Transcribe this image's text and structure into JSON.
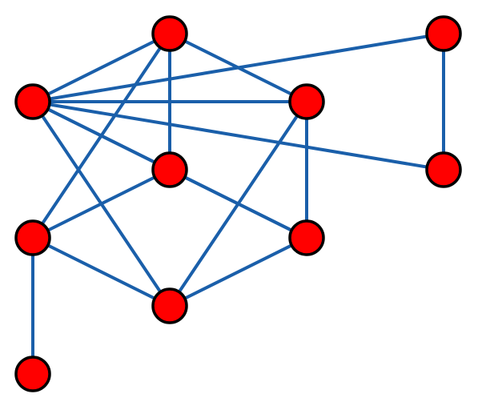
{
  "graph": {
    "node_color": "#ff0000",
    "node_outline_color": "#000000",
    "edge_color": "#1a5faa",
    "background": "#ffffff",
    "nodes": [
      {
        "id": "n1"
      },
      {
        "id": "n2"
      },
      {
        "id": "n3"
      },
      {
        "id": "n4"
      },
      {
        "id": "n5"
      },
      {
        "id": "n6"
      },
      {
        "id": "n7"
      },
      {
        "id": "n8"
      },
      {
        "id": "n9"
      },
      {
        "id": "n10"
      }
    ],
    "edges": [
      [
        "n1",
        "n2"
      ],
      [
        "n1",
        "n4"
      ],
      [
        "n1",
        "n5"
      ],
      [
        "n1",
        "n7"
      ],
      [
        "n2",
        "n4"
      ],
      [
        "n2",
        "n8"
      ],
      [
        "n2",
        "n9"
      ],
      [
        "n3",
        "n4"
      ],
      [
        "n3",
        "n6"
      ],
      [
        "n4",
        "n5"
      ],
      [
        "n4",
        "n9"
      ],
      [
        "n4",
        "n8"
      ],
      [
        "n4",
        "n6"
      ],
      [
        "n5",
        "n7"
      ],
      [
        "n5",
        "n8"
      ],
      [
        "n7",
        "n9"
      ],
      [
        "n7",
        "n10"
      ],
      [
        "n8",
        "n9"
      ]
    ]
  }
}
